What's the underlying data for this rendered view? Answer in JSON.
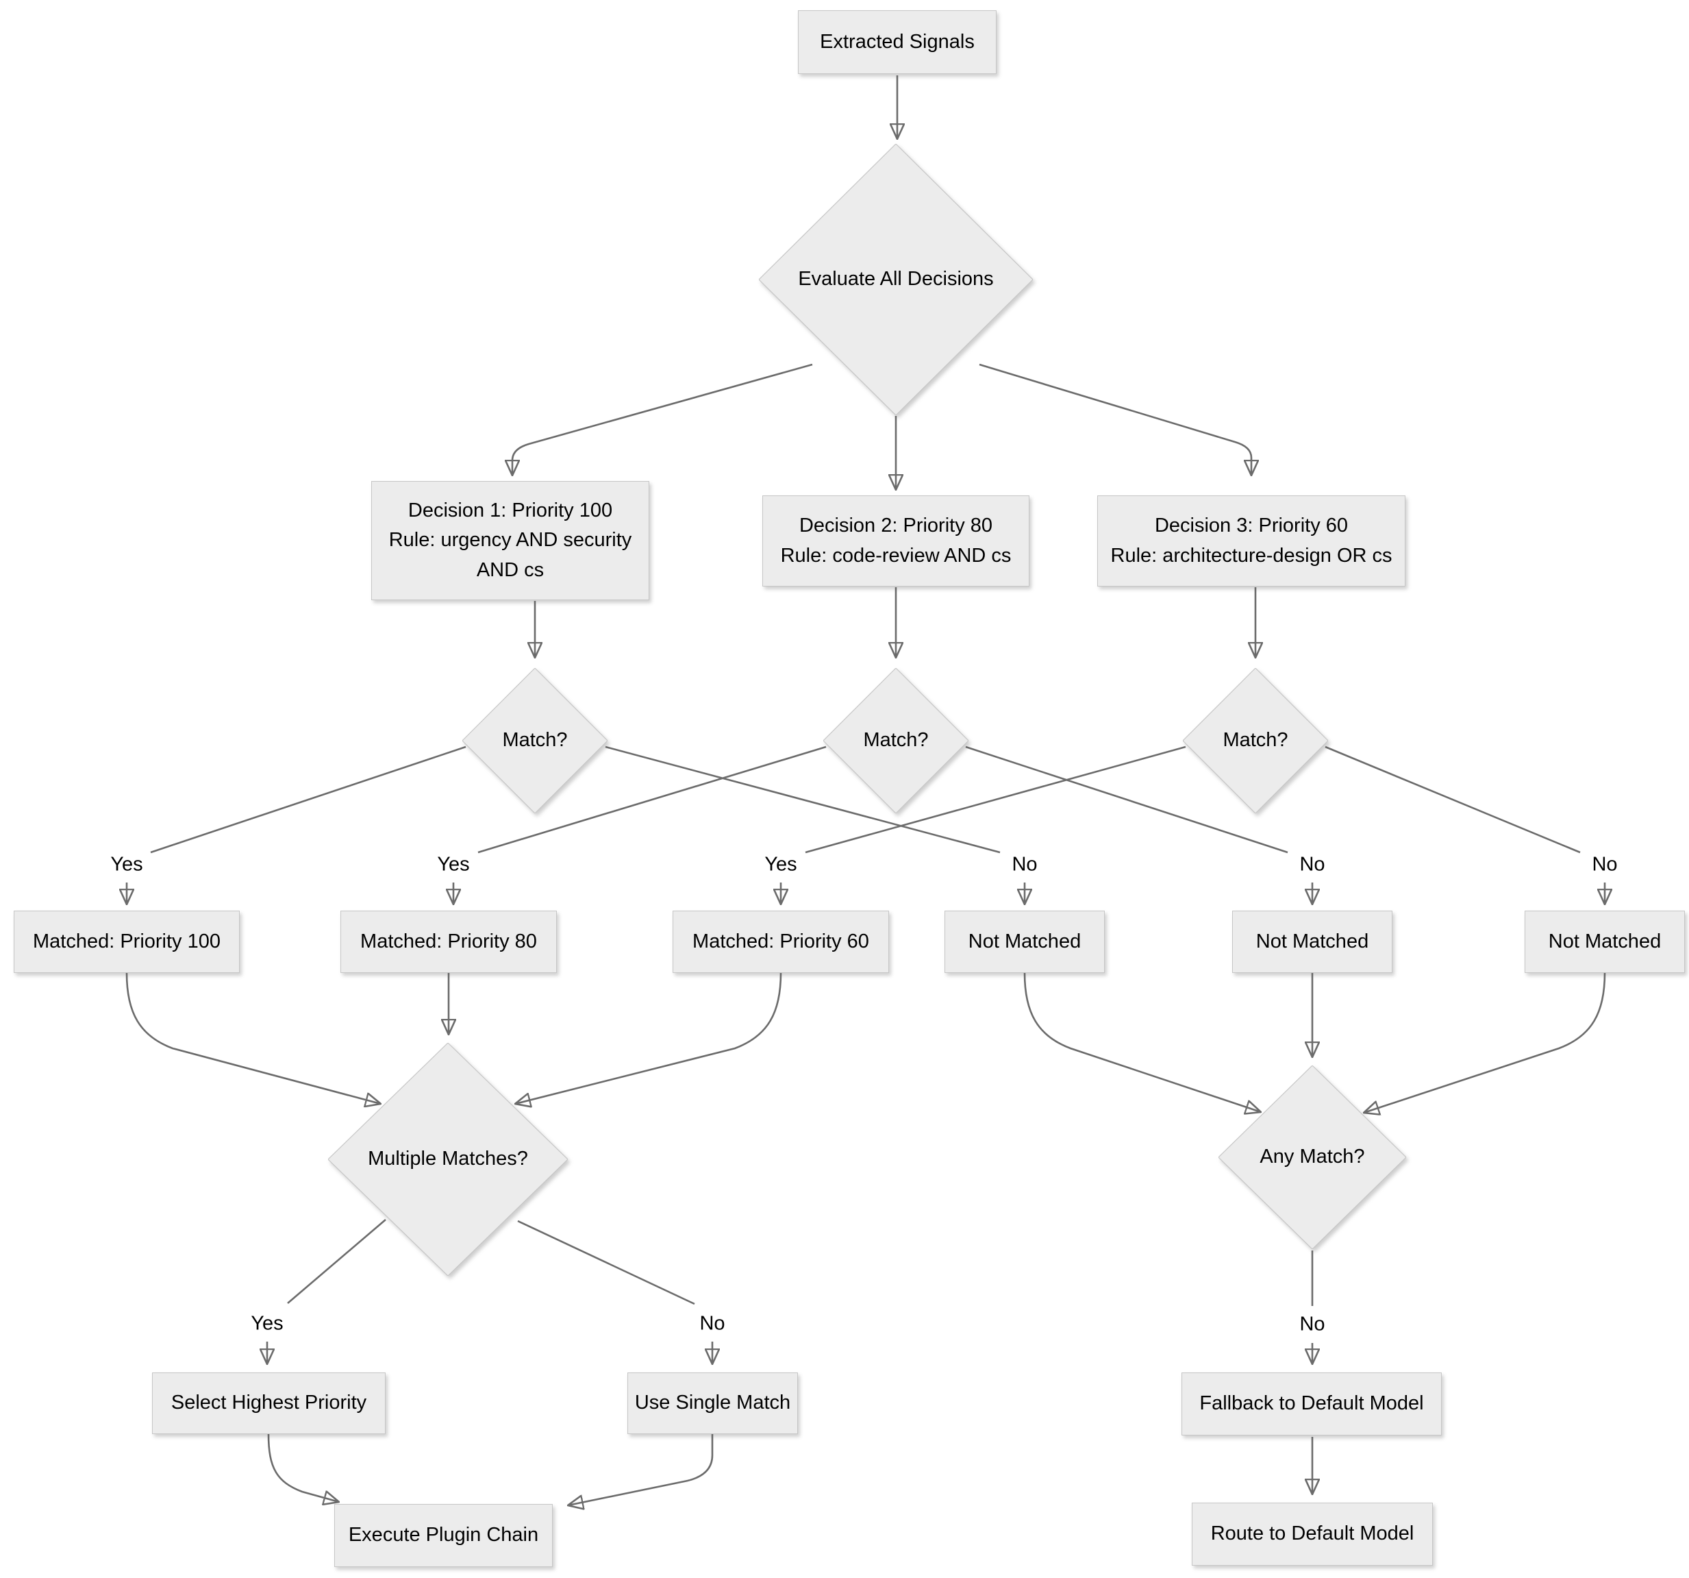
{
  "diagram_type": "flowchart",
  "colors": {
    "background": "#ffffff",
    "node_fill": "#ececec",
    "node_border": "#c6c6c6",
    "edge": "#6b6b6b",
    "arrowhead": "#5d5d5d",
    "text": "#000000"
  },
  "nodes": {
    "extracted_signals": {
      "label": "Extracted Signals",
      "shape": "rect"
    },
    "evaluate_all_decisions": {
      "label": "Evaluate All Decisions",
      "shape": "diamond"
    },
    "decision_1": {
      "line1": "Decision 1: Priority 100",
      "line2": "Rule: urgency AND security",
      "line3": "AND cs",
      "shape": "rect"
    },
    "decision_2": {
      "line1": "Decision 2: Priority 80",
      "line2": "Rule: code-review AND cs",
      "shape": "rect"
    },
    "decision_3": {
      "line1": "Decision 3: Priority 60",
      "line2": "Rule: architecture-design OR cs",
      "shape": "rect"
    },
    "match_1": {
      "label": "Match?",
      "shape": "diamond"
    },
    "match_2": {
      "label": "Match?",
      "shape": "diamond"
    },
    "match_3": {
      "label": "Match?",
      "shape": "diamond"
    },
    "matched_100": {
      "label": "Matched: Priority 100",
      "shape": "rect"
    },
    "matched_80": {
      "label": "Matched: Priority 80",
      "shape": "rect"
    },
    "matched_60": {
      "label": "Matched: Priority 60",
      "shape": "rect"
    },
    "not_matched_1": {
      "label": "Not Matched",
      "shape": "rect"
    },
    "not_matched_2": {
      "label": "Not Matched",
      "shape": "rect"
    },
    "not_matched_3": {
      "label": "Not Matched",
      "shape": "rect"
    },
    "multiple_matches": {
      "label": "Multiple Matches?",
      "shape": "diamond"
    },
    "any_match": {
      "label": "Any Match?",
      "shape": "diamond"
    },
    "select_highest_priority": {
      "label": "Select Highest Priority",
      "shape": "rect"
    },
    "use_single_match": {
      "label": "Use Single Match",
      "shape": "rect"
    },
    "fallback_default": {
      "label": "Fallback to Default Model",
      "shape": "rect"
    },
    "execute_plugin_chain": {
      "label": "Execute Plugin Chain",
      "shape": "rect"
    },
    "route_default": {
      "label": "Route to Default Model",
      "shape": "rect"
    }
  },
  "edge_labels": {
    "match_1_yes": "Yes",
    "match_2_yes": "Yes",
    "match_3_yes": "Yes",
    "match_1_no": "No",
    "match_2_no": "No",
    "match_3_no": "No",
    "multiple_matches_yes": "Yes",
    "multiple_matches_no": "No",
    "any_match_no": "No"
  }
}
